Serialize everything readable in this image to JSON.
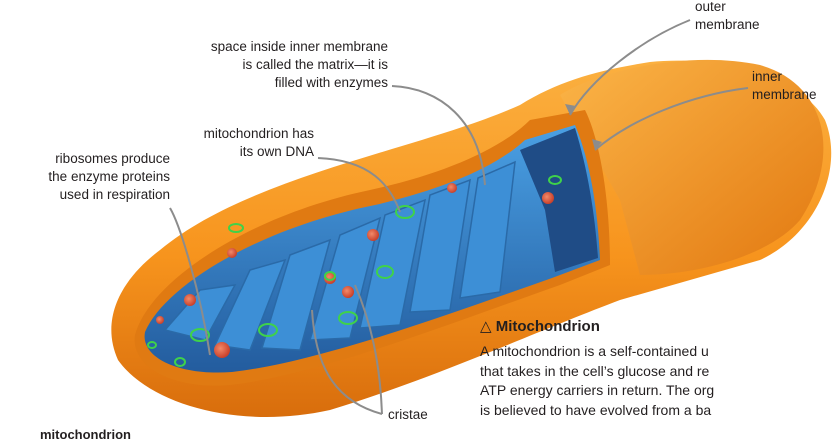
{
  "labels": {
    "outer_membrane": [
      "outer",
      "membrane"
    ],
    "inner_membrane": [
      "inner",
      "membrane"
    ],
    "matrix": [
      "space inside inner membrane",
      "is called the matrix—it is",
      "filled with enzymes"
    ],
    "dna": [
      "mitochondrion has",
      "its own DNA"
    ],
    "ribosomes": [
      "ribosomes produce",
      "the enzyme proteins",
      "used in respiration"
    ],
    "cristae": "cristae"
  },
  "caption": {
    "symbol": "△",
    "title": "Mitochondrion",
    "lines": [
      "A mitochondrion is a self-contained u",
      "that takes in the cell’s glucose and re",
      "ATP energy carriers in return. The org",
      "is believed to have evolved from a ba"
    ]
  },
  "bottom_label": "mitochondrion",
  "colors": {
    "outer_orange": "#f7941d",
    "inner_blue": "#2f6fb7",
    "cristae_blue": "#3d8fd6",
    "ribosome_red": "#e0573a",
    "dna_green": "#3fd24a",
    "pointer_gray": "#8c8c8c"
  }
}
